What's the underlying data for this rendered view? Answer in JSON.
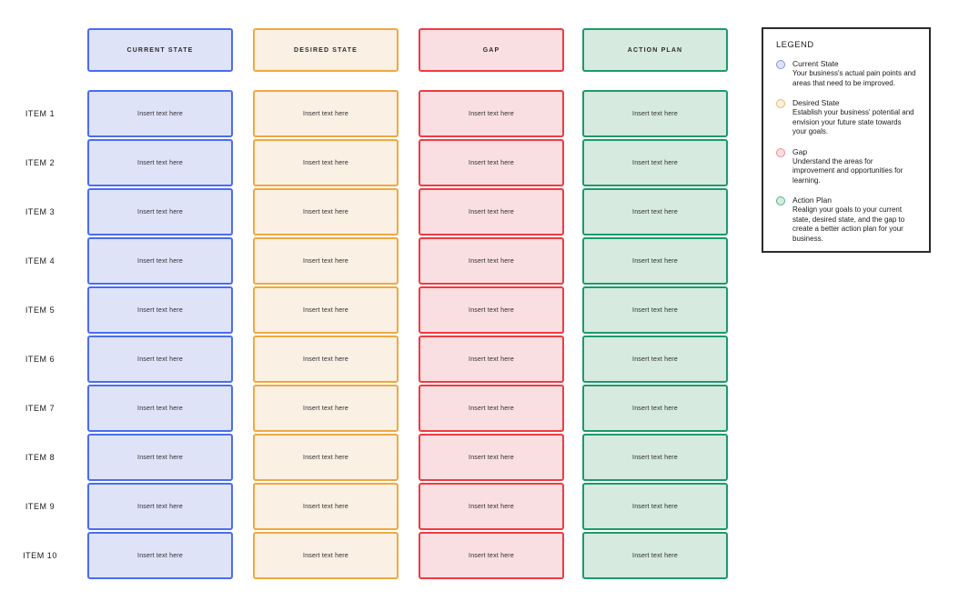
{
  "matrix": {
    "columns": [
      {
        "key": "current_state",
        "header": "CURRENT STATE",
        "fill": "#dfe3f8",
        "border": "#4a6cf0"
      },
      {
        "key": "desired_state",
        "header": "DESIRED STATE",
        "fill": "#faf0e4",
        "border": "#f0a840"
      },
      {
        "key": "gap",
        "header": "GAP",
        "fill": "#fadfe2",
        "border": "#ef3b42"
      },
      {
        "key": "action_plan",
        "header": "ACTION PLAN",
        "fill": "#d6eadf",
        "border": "#1c9a6a"
      }
    ],
    "row_labels": [
      "ITEM 1",
      "ITEM 2",
      "ITEM 3",
      "ITEM 4",
      "ITEM 5",
      "ITEM 6",
      "ITEM 7",
      "ITEM 8",
      "ITEM 9",
      "ITEM 10"
    ],
    "cell_placeholder": "Insert text here",
    "rows": [
      [
        "Insert text here",
        "Insert text here",
        "Insert text here",
        "Insert text here"
      ],
      [
        "Insert text here",
        "Insert text here",
        "Insert text here",
        "Insert text here"
      ],
      [
        "Insert text here",
        "Insert text here",
        "Insert text here",
        "Insert text here"
      ],
      [
        "Insert text here",
        "Insert text here",
        "Insert text here",
        "Insert text here"
      ],
      [
        "Insert text here",
        "Insert text here",
        "Insert text here",
        "Insert text here"
      ],
      [
        "Insert text here",
        "Insert text here",
        "Insert text here",
        "Insert text here"
      ],
      [
        "Insert text here",
        "Insert text here",
        "Insert text here",
        "Insert text here"
      ],
      [
        "Insert text here",
        "Insert text here",
        "Insert text here",
        "Insert text here"
      ],
      [
        "Insert text here",
        "Insert text here",
        "Insert text here",
        "Insert text here"
      ],
      [
        "Insert text here",
        "Insert text here",
        "Insert text here",
        "Insert text here"
      ]
    ]
  },
  "legend": {
    "title": "LEGEND",
    "entries": [
      {
        "name": "Current State",
        "description": "Your business's actual pain points and areas that need to be improved.",
        "swatch_fill": "#dfe3f8",
        "swatch_border": "#8094e8"
      },
      {
        "name": "Desired State",
        "description": "Establish your business' potential and envision your future state towards your goals.",
        "swatch_fill": "#faf0e4",
        "swatch_border": "#f0b46a"
      },
      {
        "name": "Gap",
        "description": "Understand the areas for improvement and opportunities for learning.",
        "swatch_fill": "#fadfe2",
        "swatch_border": "#f08a90"
      },
      {
        "name": "Action Plan",
        "description": "Realign your goals to your  current state, desired state, and the gap to create a better action plan for your business.",
        "swatch_fill": "#d6eadf",
        "swatch_border": "#4fb58c"
      }
    ],
    "border_color": "#2b2b2b"
  }
}
